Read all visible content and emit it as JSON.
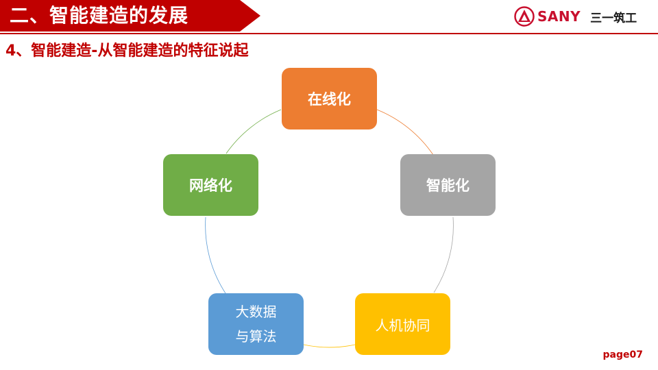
{
  "header": {
    "title": "二、智能建造的发展",
    "banner_color": "#c00000"
  },
  "logo": {
    "brand": "SANY",
    "name_cn": "三一筑工",
    "icon": "sany-logo-icon",
    "color": "#c8102e"
  },
  "subtitle": "4、智能建造-从智能建造的特征说起",
  "cycle": {
    "nodes": [
      {
        "id": "online",
        "label": "在线化",
        "color": "#ed7d31"
      },
      {
        "id": "intelligent",
        "label": "智能化",
        "color": "#a5a5a5"
      },
      {
        "id": "human-machine",
        "label": "人机协同",
        "color": "#ffc000"
      },
      {
        "id": "bigdata",
        "label_line1": "大数据",
        "label_line2": "与算法",
        "color": "#5b9bd5"
      },
      {
        "id": "network",
        "label": "网络化",
        "color": "#70ad47"
      }
    ]
  },
  "footer": {
    "page": "page07"
  }
}
